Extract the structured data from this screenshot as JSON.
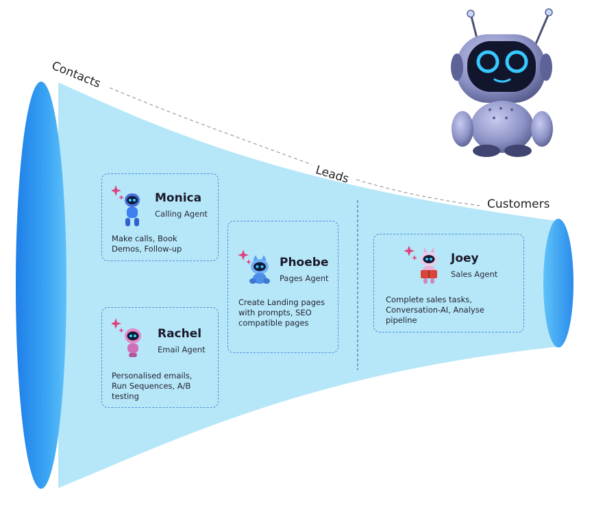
{
  "stages": {
    "contacts": "Contacts",
    "leads": "Leads",
    "customers": "Customers"
  },
  "agents": [
    {
      "name": "Monica",
      "role": "Calling Agent",
      "description": "Make calls, Book Demos, Follow-up",
      "mascot": "robot-blue-icon"
    },
    {
      "name": "Rachel",
      "role": "Email Agent",
      "description": "Personalised emails, Run Sequences, A/B testing",
      "mascot": "robot-pink-icon"
    },
    {
      "name": "Phoebe",
      "role": "Pages Agent",
      "description": "Create Landing pages with prompts, SEO compatible pages",
      "mascot": "robot-cat-icon"
    },
    {
      "name": "Joey",
      "role": "Sales Agent",
      "description": "Complete sales tasks, Conversation-AI, Analyse pipeline",
      "mascot": "robot-reading-icon"
    }
  ],
  "colors": {
    "funnel_body": "#b6e7f8",
    "funnel_edge": "#2f93f0",
    "card_border": "#4a8fdc",
    "sparkle": "#e0417f",
    "robot_body": "#8c92c8",
    "robot_glow": "#36c8ff"
  }
}
